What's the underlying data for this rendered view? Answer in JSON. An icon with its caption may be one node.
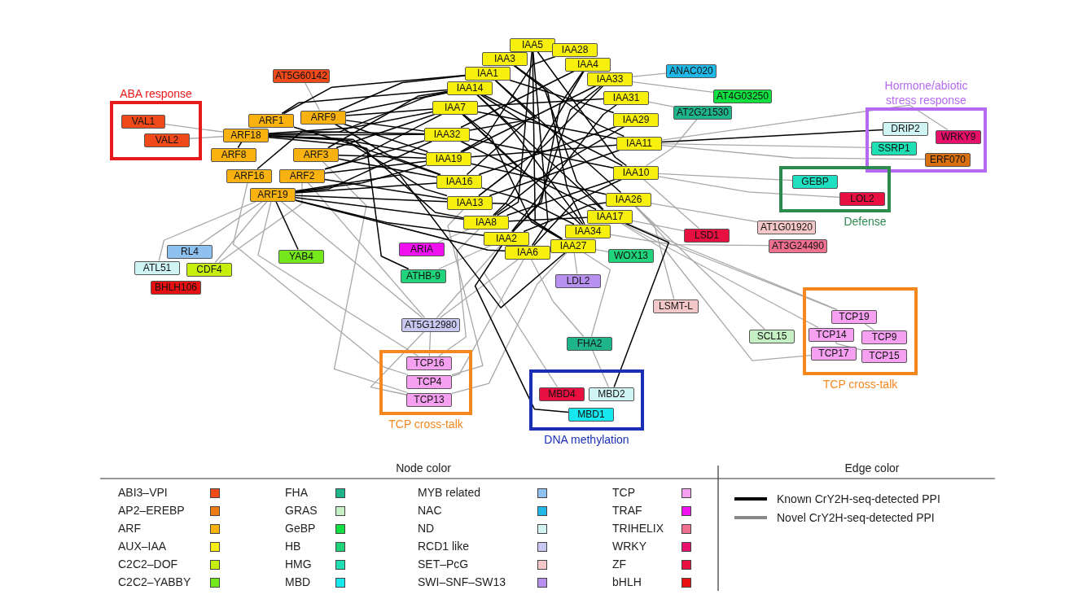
{
  "diagram": {
    "nodes": [
      {
        "text": [
          "ABA response"
        ]
      },
      {
        "text": [
          "VAL1"
        ],
        "in": 0
      },
      {
        "text": [
          "VAL2"
        ],
        "in": 0
      },
      {
        "text": [
          "AT5G60142"
        ]
      },
      {
        "text": [
          "ARF1"
        ]
      },
      {
        "text": [
          "ARF18"
        ]
      },
      {
        "text": [
          "ARF9"
        ]
      },
      {
        "text": [
          "ARF8"
        ]
      },
      {
        "text": [
          "ARF3"
        ]
      },
      {
        "text": [
          "ARF16"
        ]
      },
      {
        "text": [
          "ARF2"
        ]
      },
      {
        "text": [
          "ARF19"
        ]
      },
      {
        "text": [
          "IAA5"
        ]
      },
      {
        "text": [
          "IAA28"
        ]
      },
      {
        "text": [
          "IAA3"
        ]
      },
      {
        "text": [
          "IAA4"
        ]
      },
      {
        "text": [
          "IAA1"
        ]
      },
      {
        "text": [
          "IAA33"
        ]
      },
      {
        "text": [
          "IAA14"
        ]
      },
      {
        "text": [
          "IAA31"
        ]
      },
      {
        "text": [
          "IAA7"
        ]
      },
      {
        "text": [
          "IAA29"
        ]
      },
      {
        "text": [
          "IAA32"
        ]
      },
      {
        "text": [
          "IAA11"
        ]
      },
      {
        "text": [
          "IAA19"
        ]
      },
      {
        "text": [
          "IAA10"
        ]
      },
      {
        "text": [
          "IAA16"
        ]
      },
      {
        "text": [
          "IAA26"
        ]
      },
      {
        "text": [
          "IAA13"
        ]
      },
      {
        "text": [
          "IAA17"
        ]
      },
      {
        "text": [
          "IAA8"
        ]
      },
      {
        "text": [
          "IAA34"
        ]
      },
      {
        "text": [
          "IAA2"
        ]
      },
      {
        "text": [
          "IAA27"
        ]
      },
      {
        "text": [
          "IAA6"
        ]
      },
      {
        "text": [
          "ANAC020"
        ]
      },
      {
        "text": [
          "AT4G03250"
        ]
      },
      {
        "text": [
          "AT2G21530"
        ]
      },
      {
        "text": [
          "Hormone/abiotic stress response"
        ]
      },
      {
        "text": [
          "DRIP2"
        ],
        "in": 38
      },
      {
        "text": [
          "WRKY9"
        ],
        "in": 38
      },
      {
        "text": [
          "SSRP1"
        ],
        "in": 38
      },
      {
        "text": [
          "ERF070"
        ],
        "in": 38
      },
      {
        "text": [
          "Defense"
        ]
      },
      {
        "text": [
          "GEBP"
        ],
        "in": 43
      },
      {
        "text": [
          "LOL2"
        ],
        "in": 43
      },
      {
        "text": [
          "LSD1"
        ]
      },
      {
        "text": [
          "AT1G01920"
        ]
      },
      {
        "text": [
          "AT3G24490"
        ]
      },
      {
        "text": [
          "RL4"
        ]
      },
      {
        "text": [
          "ATL51"
        ]
      },
      {
        "text": [
          "CDF4"
        ]
      },
      {
        "text": [
          "BHLH106"
        ]
      },
      {
        "text": [
          "YAB4"
        ]
      },
      {
        "text": [
          "ARIA"
        ]
      },
      {
        "text": [
          "ATHB-9"
        ]
      },
      {
        "text": [
          "WOX13"
        ]
      },
      {
        "text": [
          "LDL2"
        ]
      },
      {
        "text": [
          "LSMT-L"
        ]
      },
      {
        "text": [
          "AT5G12980"
        ]
      },
      {
        "text": [
          "FHA2"
        ]
      },
      {
        "text": [
          "SCL15"
        ]
      },
      {
        "text": [
          "TCP cross-talk"
        ]
      },
      {
        "text": [
          "TCP19"
        ],
        "in": 62
      },
      {
        "text": [
          "TCP14"
        ],
        "in": 62
      },
      {
        "text": [
          "TCP9"
        ],
        "in": 62
      },
      {
        "text": [
          "TCP17"
        ],
        "in": 62
      },
      {
        "text": [
          "TCP15"
        ],
        "in": 62
      },
      {
        "text": [
          "TCP cross-talk"
        ]
      },
      {
        "text": [
          "TCP16"
        ],
        "in": 68
      },
      {
        "text": [
          "TCP4"
        ],
        "in": 68
      },
      {
        "text": [
          "TCP13"
        ],
        "in": 68
      },
      {
        "text": [
          "DNA methylation"
        ]
      },
      {
        "text": [
          "MBD4"
        ],
        "in": 72
      },
      {
        "text": [
          "MBD2"
        ],
        "in": 72
      },
      {
        "text": [
          "MBD1"
        ],
        "in": 72
      }
    ],
    "edges": [
      {
        "from": 1,
        "to": 5,
        "arrow": "none",
        "color": "#a8a8a8"
      },
      {
        "from": 2,
        "to": 5,
        "arrow": "none",
        "color": "#a8a8a8"
      },
      {
        "from": 3,
        "to": 6,
        "arrow": "none",
        "color": "#a8a8a8"
      },
      {
        "from": 11,
        "to": 49,
        "arrow": "none",
        "color": "#a8a8a8"
      },
      {
        "from": 11,
        "to": 50,
        "arrow": "none",
        "color": "#a8a8a8"
      },
      {
        "from": 11,
        "to": 51,
        "arrow": "none",
        "color": "#a8a8a8"
      },
      {
        "from": 10,
        "to": 51,
        "arrow": "none",
        "color": "#a8a8a8"
      },
      {
        "from": 11,
        "to": 59,
        "arrow": "none",
        "color": "#a8a8a8"
      },
      {
        "from": 11,
        "to": 69,
        "arrow": "none",
        "color": "#a8a8a8"
      },
      {
        "from": 9,
        "to": 70,
        "arrow": "none",
        "color": "#a8a8a8"
      },
      {
        "from": 8,
        "to": 71,
        "arrow": "none",
        "color": "#a8a8a8"
      },
      {
        "from": 10,
        "to": 59,
        "arrow": "none",
        "color": "#a8a8a8"
      },
      {
        "from": 30,
        "to": 69,
        "arrow": "none",
        "color": "#a8a8a8"
      },
      {
        "from": 28,
        "to": 70,
        "arrow": "none",
        "color": "#a8a8a8"
      },
      {
        "from": 32,
        "to": 59,
        "arrow": "none",
        "color": "#a8a8a8"
      },
      {
        "from": 34,
        "to": 59,
        "arrow": "none",
        "color": "#a8a8a8"
      },
      {
        "from": 54,
        "to": 30,
        "arrow": "none",
        "color": "#a8a8a8"
      },
      {
        "from": 55,
        "to": 32,
        "arrow": "none",
        "color": "#a8a8a8"
      },
      {
        "from": 59,
        "to": 69,
        "arrow": "none",
        "color": "#a8a8a8"
      },
      {
        "from": 59,
        "to": 71,
        "arrow": "none",
        "color": "#a8a8a8"
      },
      {
        "from": 17,
        "to": 35,
        "arrow": "none",
        "color": "#a8a8a8"
      },
      {
        "from": 17,
        "to": 36,
        "arrow": "none",
        "color": "#a8a8a8"
      },
      {
        "from": 19,
        "to": 37,
        "arrow": "none",
        "color": "#a8a8a8"
      },
      {
        "from": 25,
        "to": 37,
        "arrow": "none",
        "color": "#a8a8a8"
      },
      {
        "from": 23,
        "to": 41,
        "arrow": "none",
        "color": "#a8a8a8"
      },
      {
        "from": 23,
        "to": 42,
        "arrow": "none",
        "color": "#a8a8a8"
      },
      {
        "from": 23,
        "to": 40,
        "arrow": "none",
        "color": "#a8a8a8"
      },
      {
        "from": 25,
        "to": 44,
        "arrow": "none",
        "color": "#a8a8a8"
      },
      {
        "from": 25,
        "to": 45,
        "arrow": "none",
        "color": "#a8a8a8"
      },
      {
        "from": 25,
        "to": 46,
        "arrow": "none",
        "color": "#a8a8a8"
      },
      {
        "from": 27,
        "to": 47,
        "arrow": "none",
        "color": "#a8a8a8"
      },
      {
        "from": 27,
        "to": 48,
        "arrow": "none",
        "color": "#a8a8a8"
      },
      {
        "from": 29,
        "to": 46,
        "arrow": "none",
        "color": "#a8a8a8"
      },
      {
        "from": 29,
        "to": 63,
        "arrow": "none",
        "color": "#a8a8a8"
      },
      {
        "from": 29,
        "to": 64,
        "arrow": "none",
        "color": "#a8a8a8"
      },
      {
        "from": 29,
        "to": 66,
        "arrow": "none",
        "color": "#a8a8a8"
      },
      {
        "from": 27,
        "to": 61,
        "arrow": "none",
        "color": "#a8a8a8"
      },
      {
        "from": 31,
        "to": 63,
        "arrow": "none",
        "color": "#a8a8a8"
      },
      {
        "from": 63,
        "to": 65,
        "arrow": "none",
        "color": "#a8a8a8"
      },
      {
        "from": 64,
        "to": 67,
        "arrow": "none",
        "color": "#a8a8a8"
      },
      {
        "from": 33,
        "to": 57,
        "arrow": "none",
        "color": "#a8a8a8"
      },
      {
        "from": 33,
        "to": 60,
        "arrow": "none",
        "color": "#a8a8a8"
      },
      {
        "from": 27,
        "to": 58,
        "arrow": "none",
        "color": "#a8a8a8"
      },
      {
        "from": 34,
        "to": 60,
        "arrow": "none",
        "color": "#a8a8a8"
      },
      {
        "from": 60,
        "to": 74,
        "arrow": "none",
        "color": "#a8a8a8"
      },
      {
        "from": 32,
        "to": 73,
        "arrow": "none",
        "color": "#a8a8a8"
      },
      {
        "from": 56,
        "to": 33,
        "arrow": "none",
        "color": "#a8a8a8"
      },
      {
        "from": 34,
        "to": 70,
        "arrow": "none",
        "color": "#a8a8a8"
      },
      {
        "from": 33,
        "to": 71,
        "arrow": "none",
        "color": "#a8a8a8"
      },
      {
        "from": 5,
        "to": 18,
        "arrow": "none"
      },
      {
        "from": 5,
        "to": 20,
        "arrow": "none"
      },
      {
        "from": 5,
        "to": 22,
        "arrow": "none"
      },
      {
        "from": 5,
        "to": 24,
        "arrow": "none"
      },
      {
        "from": 5,
        "to": 26,
        "arrow": "none"
      },
      {
        "from": 5,
        "to": 28,
        "arrow": "none"
      },
      {
        "from": 5,
        "to": 30,
        "arrow": "none"
      },
      {
        "from": 6,
        "to": 18,
        "arrow": "none"
      },
      {
        "from": 6,
        "to": 16,
        "arrow": "none"
      },
      {
        "from": 6,
        "to": 20,
        "arrow": "none"
      },
      {
        "from": 6,
        "to": 22,
        "arrow": "none"
      },
      {
        "from": 6,
        "to": 24,
        "arrow": "none"
      },
      {
        "from": 6,
        "to": 26,
        "arrow": "none"
      },
      {
        "from": 11,
        "to": 22,
        "arrow": "none"
      },
      {
        "from": 11,
        "to": 24,
        "arrow": "none"
      },
      {
        "from": 11,
        "to": 26,
        "arrow": "none"
      },
      {
        "from": 11,
        "to": 28,
        "arrow": "none"
      },
      {
        "from": 11,
        "to": 30,
        "arrow": "none"
      },
      {
        "from": 11,
        "to": 32,
        "arrow": "none"
      },
      {
        "from": 11,
        "to": 34,
        "arrow": "none"
      },
      {
        "from": 11,
        "to": 33,
        "arrow": "none"
      },
      {
        "from": 10,
        "to": 20,
        "arrow": "none"
      },
      {
        "from": 10,
        "to": 22,
        "arrow": "none"
      },
      {
        "from": 10,
        "to": 24,
        "arrow": "none"
      },
      {
        "from": 10,
        "to": 28,
        "arrow": "none"
      },
      {
        "from": 8,
        "to": 18,
        "arrow": "none"
      },
      {
        "from": 8,
        "to": 20,
        "arrow": "none"
      },
      {
        "from": 8,
        "to": 24,
        "arrow": "none"
      },
      {
        "from": 8,
        "to": 26,
        "arrow": "none"
      },
      {
        "from": 4,
        "to": 16,
        "arrow": "none"
      },
      {
        "from": 4,
        "to": 18,
        "arrow": "none"
      },
      {
        "from": 9,
        "to": 22,
        "arrow": "none"
      },
      {
        "from": 7,
        "to": 5,
        "arrow": "none"
      },
      {
        "from": 4,
        "to": 55,
        "arrow": "none"
      },
      {
        "from": 11,
        "to": 53,
        "arrow": "none"
      },
      {
        "from": 12,
        "to": 30,
        "arrow": "none"
      },
      {
        "from": 12,
        "to": 25,
        "arrow": "none"
      },
      {
        "from": 13,
        "to": 24,
        "arrow": "none"
      },
      {
        "from": 14,
        "to": 29,
        "arrow": "none"
      },
      {
        "from": 14,
        "to": 23,
        "arrow": "none"
      },
      {
        "from": 15,
        "to": 22,
        "arrow": "none"
      },
      {
        "from": 15,
        "to": 32,
        "arrow": "none"
      },
      {
        "from": 16,
        "to": 27,
        "arrow": "none"
      },
      {
        "from": 16,
        "to": 21,
        "arrow": "none"
      },
      {
        "from": 17,
        "to": 24,
        "arrow": "none"
      },
      {
        "from": 17,
        "to": 28,
        "arrow": "none"
      },
      {
        "from": 18,
        "to": 25,
        "arrow": "none"
      },
      {
        "from": 18,
        "to": 31,
        "arrow": "none"
      },
      {
        "from": 19,
        "to": 32,
        "arrow": "none"
      },
      {
        "from": 19,
        "to": 20,
        "arrow": "none"
      },
      {
        "from": 20,
        "to": 23,
        "arrow": "none"
      },
      {
        "from": 20,
        "to": 33,
        "arrow": "none"
      },
      {
        "from": 21,
        "to": 26,
        "arrow": "none"
      },
      {
        "from": 21,
        "to": 30,
        "arrow": "none"
      },
      {
        "from": 22,
        "to": 25,
        "arrow": "none"
      },
      {
        "from": 22,
        "to": 29,
        "arrow": "none"
      },
      {
        "from": 23,
        "to": 28,
        "arrow": "none"
      },
      {
        "from": 24,
        "to": 27,
        "arrow": "none"
      },
      {
        "from": 25,
        "to": 34,
        "arrow": "none"
      },
      {
        "from": 26,
        "to": 31,
        "arrow": "none"
      },
      {
        "from": 27,
        "to": 32,
        "arrow": "none"
      },
      {
        "from": 28,
        "to": 33,
        "arrow": "none"
      },
      {
        "from": 29,
        "to": 30,
        "arrow": "none"
      },
      {
        "from": 30,
        "to": 15,
        "arrow": "none"
      },
      {
        "from": 31,
        "to": 14,
        "arrow": "none"
      },
      {
        "from": 32,
        "to": 17,
        "arrow": "none"
      },
      {
        "from": 34,
        "to": 12,
        "arrow": "none"
      },
      {
        "from": 16,
        "to": 22,
        "arrow": "none"
      },
      {
        "from": 18,
        "to": 26,
        "arrow": "none"
      },
      {
        "from": 20,
        "to": 28,
        "arrow": "none"
      },
      {
        "from": 23,
        "to": 24,
        "arrow": "none"
      },
      {
        "from": 25,
        "to": 30,
        "arrow": "none"
      },
      {
        "from": 29,
        "to": 18,
        "arrow": "none"
      },
      {
        "from": 31,
        "to": 20,
        "arrow": "none"
      },
      {
        "from": 33,
        "to": 12,
        "arrow": "none"
      },
      {
        "from": 23,
        "to": 39,
        "arrow": "none"
      },
      {
        "from": 32,
        "to": 75,
        "arrow": "none"
      },
      {
        "from": 29,
        "to": 74,
        "arrow": "none"
      }
    ],
    "labels": [
      "Node color",
      "Edge color"
    ],
    "legend": [
      {
        "text": "ABI3–VPI",
        "color": "#f04a1a"
      },
      {
        "text": "AP2–EREBP",
        "color": "#f07b10"
      },
      {
        "text": "ARF",
        "color": "#f9b20f"
      },
      {
        "text": "AUX–IAA",
        "color": "#f7ef0c"
      },
      {
        "text": "C2C2–DOF",
        "color": "#c7ef0c"
      },
      {
        "text": "C2C2–YABBY",
        "color": "#74e81b"
      },
      {
        "text": "FHA",
        "color": "#1fb58b"
      },
      {
        "text": "GRAS",
        "color": "#c4f0c4"
      },
      {
        "text": "GeBP",
        "color": "#10e040"
      },
      {
        "text": "HB",
        "color": "#1fd47a"
      },
      {
        "text": "HMG",
        "color": "#1fe0b4"
      },
      {
        "text": "MBD",
        "color": "#17e8f0"
      },
      {
        "text": "MYB related",
        "color": "#8ec0f0"
      },
      {
        "text": "NAC",
        "color": "#20b8e8"
      },
      {
        "text": "ND",
        "color": "#d0f4f4"
      },
      {
        "text": "RCD1 like",
        "color": "#c8c8f0"
      },
      {
        "text": "SET–PcG",
        "color": "#f4c8c8"
      },
      {
        "text": "SWI–SNF–SW13",
        "color": "#b890f0"
      },
      {
        "text": "TCP",
        "color": "#f5a0f0"
      },
      {
        "text": "TRAF",
        "color": "#f010f0"
      },
      {
        "text": "TRIHELIX",
        "color": "#f07090"
      },
      {
        "text": "WRKY",
        "color": "#e8106a"
      },
      {
        "text": "ZF",
        "color": "#e81040"
      },
      {
        "text": "bHLH",
        "color": "#e81010"
      },
      {
        "text": "Known CrY2H-seq-detected PPI"
      },
      {
        "text": "Novel CrY2H-seq-detected PPI"
      }
    ]
  }
}
